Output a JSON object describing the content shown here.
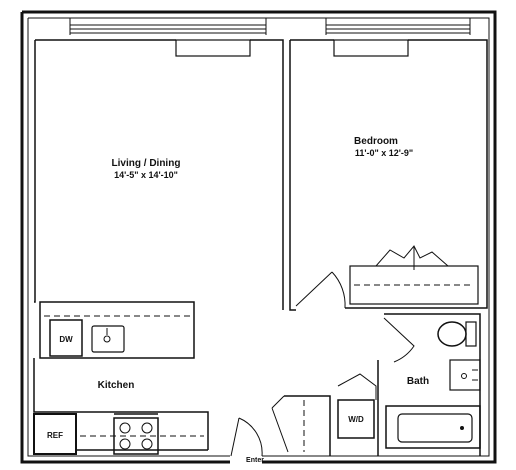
{
  "rooms": {
    "living": {
      "name": "Living / Dining",
      "dims": "14'-5\" x 14'-10\""
    },
    "bedroom": {
      "name": "Bedroom",
      "dims": "11'-0\" x 12'-9\""
    },
    "kitchen": {
      "name": "Kitchen"
    },
    "bath": {
      "name": "Bath"
    }
  },
  "fixtures": {
    "dishwasher": "DW",
    "refrigerator": "REF",
    "washer_dryer": "W/D"
  },
  "entry": {
    "label": "Enter"
  }
}
